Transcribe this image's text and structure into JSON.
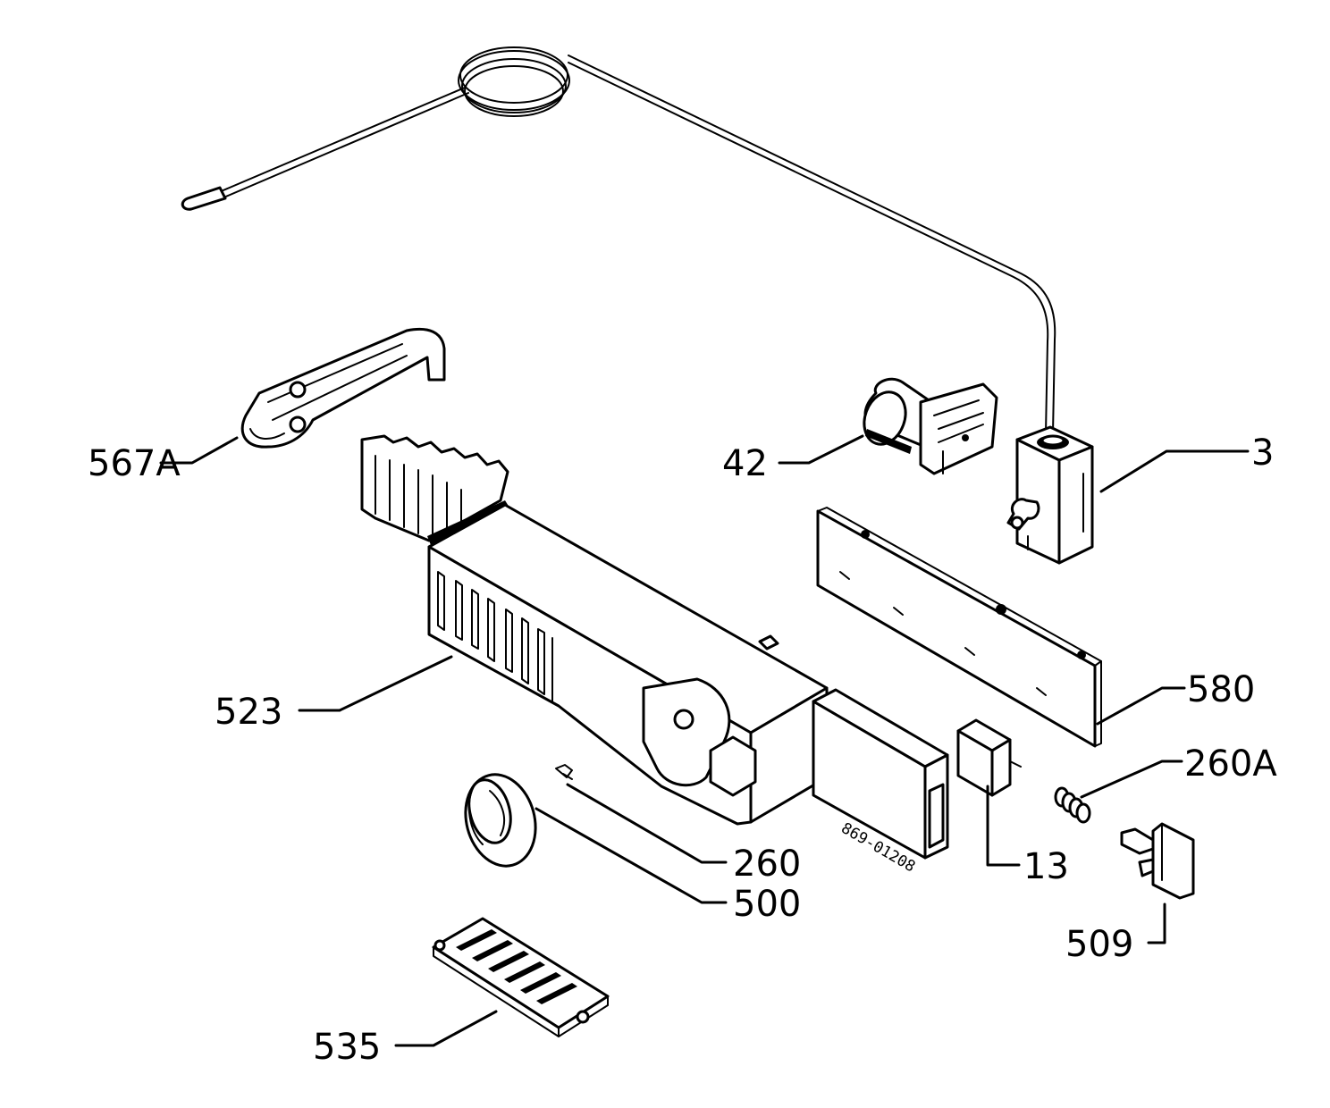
{
  "callouts": {
    "c567a": "567A",
    "c42": "42",
    "c3": "3",
    "c523": "523",
    "c580": "580",
    "c260a": "260A",
    "c260": "260",
    "c500": "500",
    "c13": "13",
    "c509": "509",
    "c535": "535"
  },
  "stamp_text": "869-01208"
}
